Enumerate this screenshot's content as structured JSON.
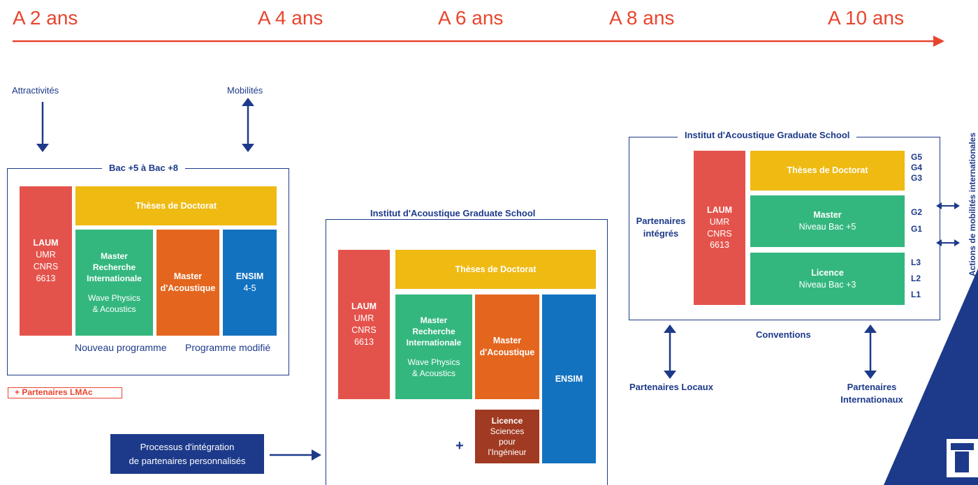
{
  "timeline": {
    "labels": [
      "A 2 ans",
      "A 4 ans",
      "A 6 ans",
      "A 8 ans",
      "A 10 ans"
    ],
    "color": "#e8452e"
  },
  "left": {
    "attractivites": "Attractivités",
    "mobilites": "Mobilités",
    "frame_title": "Bac +5 à Bac +8",
    "theses": "Thèses de Doctorat",
    "laum": {
      "title": "LAUM",
      "l1": "UMR",
      "l2": "CNRS",
      "l3": "6613"
    },
    "master_ri": {
      "t1": "Master",
      "t2": "Recherche",
      "t3": "Internationale",
      "s1": "Wave Physics",
      "s2": "& Acoustics"
    },
    "master_ac": {
      "t1": "Master",
      "t2": "d'Acoustique"
    },
    "ensim": {
      "title": "ENSIM",
      "sub": "4-5"
    },
    "nouveau": "Nouveau programme",
    "modifie": "Programme modifié",
    "partenaires_lmac": "+ Partenaires LMAc"
  },
  "middle": {
    "frame_title": "Institut d'Acoustique Graduate School",
    "theses": "Thèses de Doctorat",
    "laum": {
      "title": "LAUM",
      "l1": "UMR",
      "l2": "CNRS",
      "l3": "6613"
    },
    "master_ri": {
      "t1": "Master",
      "t2": "Recherche",
      "t3": "Internationale",
      "s1": "Wave Physics",
      "s2": "& Acoustics"
    },
    "master_ac": {
      "t1": "Master",
      "t2": "d'Acoustique"
    },
    "ensim": "ENSIM",
    "plus": "+",
    "licence": {
      "t1": "Licence",
      "s1": "Sciences",
      "s2": "pour",
      "s3": "l'Ingénieur"
    },
    "processus": {
      "l1": "Processus d'intégration",
      "l2": "de partenaires personnalisés"
    }
  },
  "right": {
    "frame_title": "Institut d'Acoustique Graduate School",
    "partenaires_integres": {
      "l1": "Partenaires",
      "l2": "intégrés"
    },
    "laum": {
      "title": "LAUM",
      "l1": "UMR",
      "l2": "CNRS",
      "l3": "6613"
    },
    "theses": "Thèses de Doctorat",
    "master": {
      "title": "Master",
      "sub": "Niveau Bac +5"
    },
    "licence": {
      "title": "Licence",
      "sub": "Niveau Bac +3"
    },
    "levels": {
      "g5": "G5",
      "g4": "G4",
      "g3": "G3",
      "g2": "G2",
      "g1": "G1",
      "l3": "L3",
      "l2": "L2",
      "l1": "L1"
    },
    "conventions": "Conventions",
    "partenaires_locaux": "Partenaires Locaux",
    "partenaires_internationaux": {
      "l1": "Partenaires",
      "l2": "Internationaux"
    },
    "actions": "Actions de mobilités internationales"
  }
}
